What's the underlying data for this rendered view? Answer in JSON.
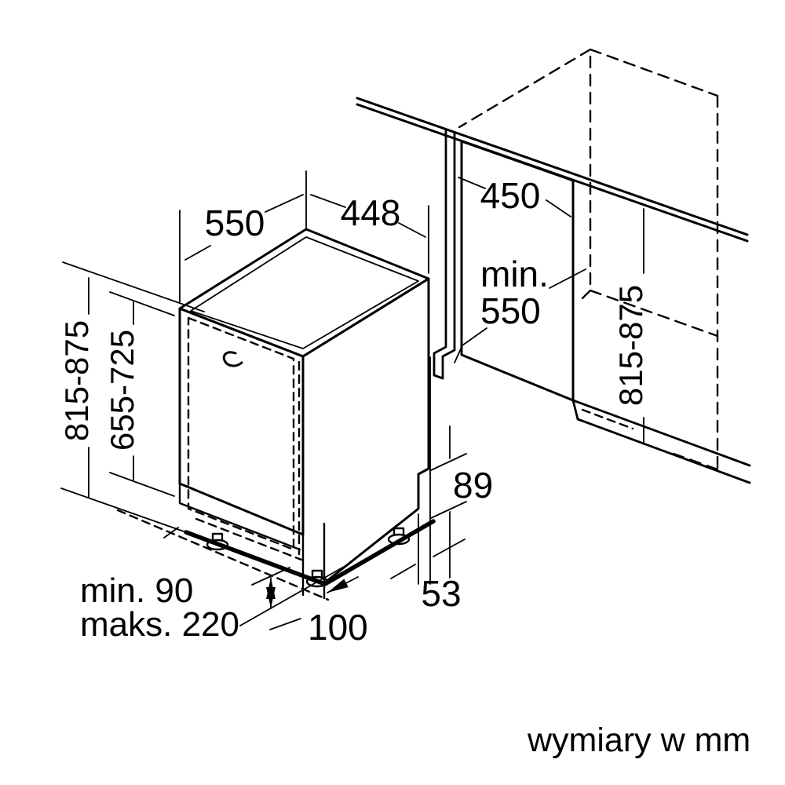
{
  "diagram": {
    "title_hint": "built-in dishwasher installation dimensions",
    "units_note": "wymiary w mm",
    "colors": {
      "line": "#000000",
      "background": "#ffffff"
    },
    "dims": {
      "depth_top": "550",
      "width_top": "448",
      "height_left": "815-875",
      "front_panel_height": "655-725",
      "niche_width": "450",
      "niche_depth_min_word": "min.",
      "niche_depth_min_value": "550",
      "niche_height_right": "815-875",
      "clearance_rear": "89",
      "clearance_side": "53",
      "clearance_corner": "100",
      "plinth_min": "min. 90",
      "plinth_max": "maks. 220"
    },
    "dimension_list": [
      {
        "name": "appliance depth",
        "value": "550"
      },
      {
        "name": "appliance width",
        "value": "448"
      },
      {
        "name": "appliance height",
        "value": "815-875"
      },
      {
        "name": "furniture door height",
        "value": "655-725"
      },
      {
        "name": "niche width",
        "value": "450"
      },
      {
        "name": "niche depth",
        "value": "min. 550"
      },
      {
        "name": "niche height",
        "value": "815-875"
      },
      {
        "name": "rear clearance",
        "value": "89"
      },
      {
        "name": "side clearance",
        "value": "53"
      },
      {
        "name": "corner clearance",
        "value": "100"
      },
      {
        "name": "plinth height min",
        "value": "min. 90"
      },
      {
        "name": "plinth height max",
        "value": "maks. 220"
      }
    ]
  }
}
